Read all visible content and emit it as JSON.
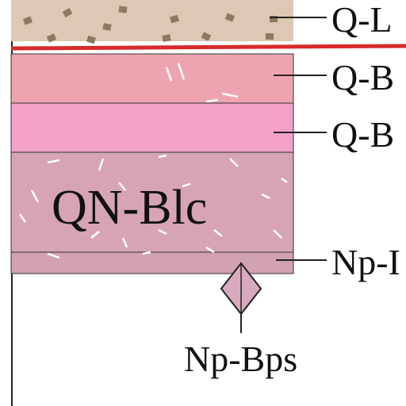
{
  "colors": {
    "loess": "#dcc8b4",
    "loess_speck": "#8a7a60",
    "red_line": "#d82a2a",
    "layer_b1": "#eea4b0",
    "layer_b2": "#f2a2c6",
    "layer_blc": "#d6a4b6",
    "layer_np": "#d2a2b2",
    "diamond": "#d8aabe",
    "stroke": "#222222"
  },
  "labels": {
    "q_l": "Q-L",
    "q_b_upper": "Q-B",
    "q_b_lower": "Q-B",
    "qn_blc": "QN-Blc",
    "np_right": "Np-I",
    "np_bps": "Np-Bps"
  }
}
